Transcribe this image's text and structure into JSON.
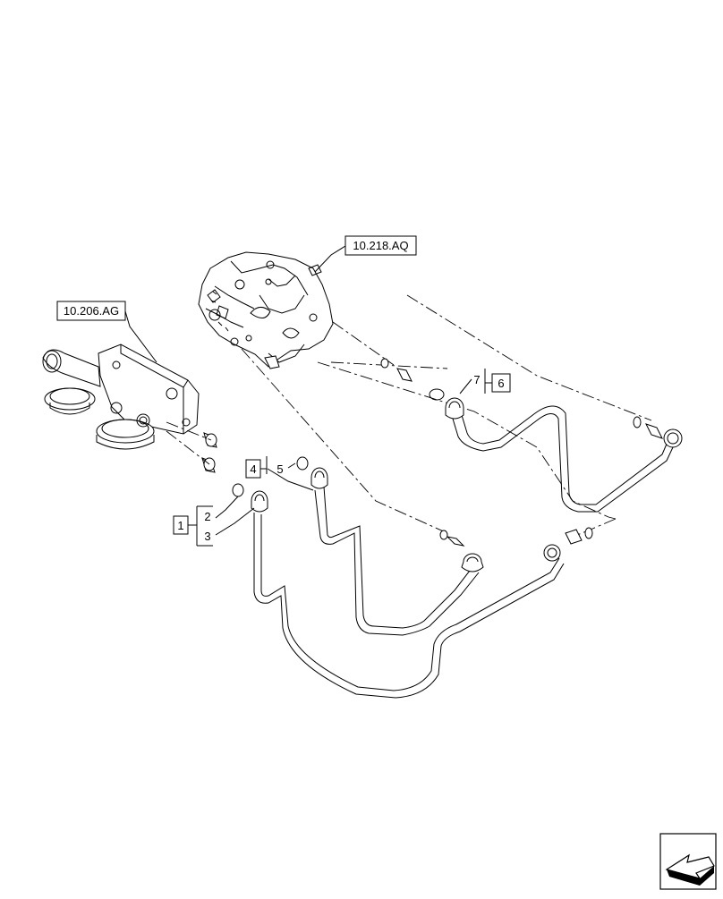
{
  "diagram": {
    "reference_labels": [
      {
        "id": "pump",
        "text": "10.218.AQ"
      },
      {
        "id": "filter",
        "text": "10.206.AG"
      }
    ],
    "item_labels": {
      "box1": "1",
      "box4": "4",
      "box6": "6",
      "num2": "2",
      "num3": "3",
      "num5": "5",
      "num7": "7"
    },
    "nav_icon": "arrow-navigation-icon",
    "line_color": "#000000",
    "pipe_color": "#555555"
  }
}
